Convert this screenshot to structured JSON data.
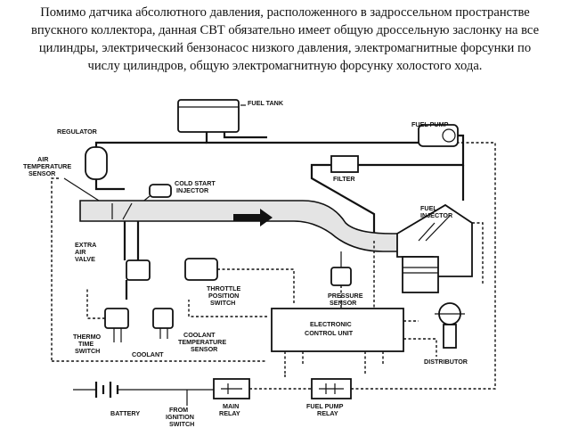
{
  "caption": {
    "lines": [
      "Помимо датчика абсолютного давления, расположенного в задроссельном пространстве",
      "впускного коллектора, данная СВТ обязательно имеет общую дроссельную заслонку на все",
      "цилиндры, электрический бензонасос низкого давления, электромагнитные форсунки по",
      "числу цилиндров, общую электромагнитную форсунку холостого хода."
    ]
  },
  "diagram": {
    "labels": {
      "fuel_tank": "FUEL TANK",
      "fuel_pump": "FUEL PUMP",
      "regulator": "REGULATOR",
      "filter": "FILTER",
      "air_temp_1": "AIR",
      "air_temp_2": "TEMPERATURE",
      "air_temp_3": "SENSOR",
      "cold_start_1": "COLD START",
      "cold_start_2": "INJECTOR",
      "fuel_injector_1": "FUEL",
      "fuel_injector_2": "INJECTOR",
      "extra_air_1": "EXTRA",
      "extra_air_2": "AIR",
      "extra_air_3": "VALVE",
      "throttle_1": "THROTTLE",
      "throttle_2": "POSITION",
      "throttle_3": "SWITCH",
      "pressure_1": "PRESSURE",
      "pressure_2": "SENSOR",
      "ecu_1": "ELECTRONIC",
      "ecu_2": "CONTROL UNIT",
      "thermo_1": "THERMO",
      "thermo_2": "TIME",
      "thermo_3": "SWITCH",
      "coolant": "COOLANT",
      "coolant_temp_1": "COOLANT",
      "coolant_temp_2": "TEMPERATURE",
      "coolant_temp_3": "SENSOR",
      "distributor": "DISTRIBUTOR",
      "battery": "BATTERY",
      "ignition_1": "FROM",
      "ignition_2": "IGNITION",
      "ignition_3": "SWITCH",
      "main_relay_1": "MAIN",
      "main_relay_2": "RELAY",
      "fuel_pump_relay_1": "FUEL PUMP",
      "fuel_pump_relay_2": "RELAY"
    }
  }
}
